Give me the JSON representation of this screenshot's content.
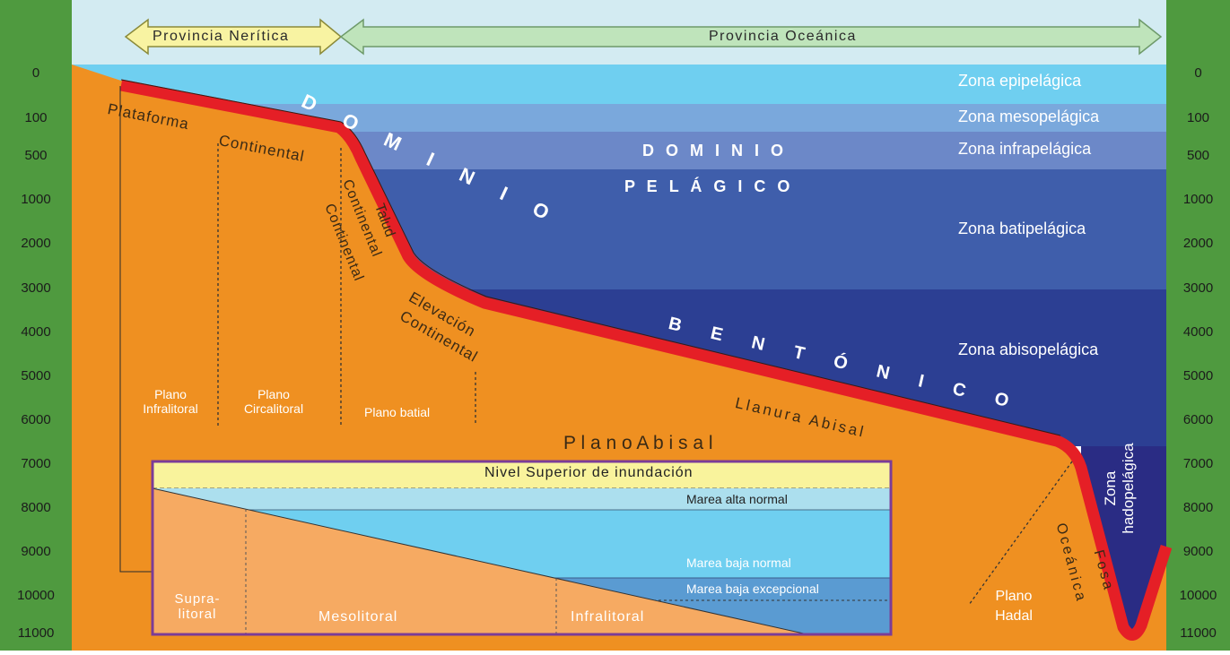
{
  "depth_scale": [
    "0",
    "100",
    "500",
    "1000",
    "2000",
    "3000",
    "4000",
    "5000",
    "6000",
    "7000",
    "8000",
    "9000",
    "10000",
    "11000"
  ],
  "provinces": {
    "neritic": "Provincia Nerítica",
    "oceanic": "Provincia Oceánica"
  },
  "zones": {
    "epipelagic": "Zona epipelágica",
    "mesopelagic": "Zona mesopelágica",
    "infrapelagic": "Zona infrapelágica",
    "batipelagic": "Zona batipelágica",
    "abisopelagic": "Zona abisopelágica",
    "hadopelagic_1": "Zona",
    "hadopelagic_2": "hadopelágica"
  },
  "domains": {
    "dominio_arc": "D O M I N I O",
    "dominio": "D O M I N I O",
    "pelagico": "P E L Á G I C O",
    "bentonico": "B E N T Ó N I C O"
  },
  "relief": {
    "plataforma": "Plataforma",
    "continental": "Continental",
    "talud_1": "Talud",
    "talud_2": "Continental",
    "elevacion_1": "Elevación",
    "elevacion_2": "Continental",
    "llanura": "Llanura Abisal",
    "fosa_1": "Fosa",
    "fosa_2": "Oceánica"
  },
  "planes": {
    "infralitoral_1": "Plano",
    "infralitoral_2": "Infralitoral",
    "circalitoral_1": "Plano",
    "circalitoral_2": "Circalitoral",
    "batial": "Plano batial",
    "abisal": "P l a n o   A b i s a l",
    "hadal_1": "Plano",
    "hadal_2": "Hadal"
  },
  "inset": {
    "nivel_superior": "Nivel Superior de inundación",
    "marea_alta": "Marea alta normal",
    "marea_baja": "Marea baja normal",
    "marea_baja_exc": "Marea baja excepcional",
    "supra_1": "Supra-",
    "supra_2": "litoral",
    "meso": "Mesolitoral",
    "infra": "Infralitoral"
  },
  "colors": {
    "side_green": "#4f9a3f",
    "sky": "#d3ebf2",
    "epipelagic": "#6fcff0",
    "mesopelagic": "#7aa8dc",
    "infrapelagic": "#6c88c8",
    "batipelagic": "#3f5eab",
    "abisopelagic": "#2c3f93",
    "hadopelagic": "#2a2c84",
    "seafloor": "#ef9021",
    "crust": "#e51f26",
    "inset_border": "#7b3c97",
    "inset_land": "#f6aa62",
    "inset_yellow": "#f9f39c"
  }
}
